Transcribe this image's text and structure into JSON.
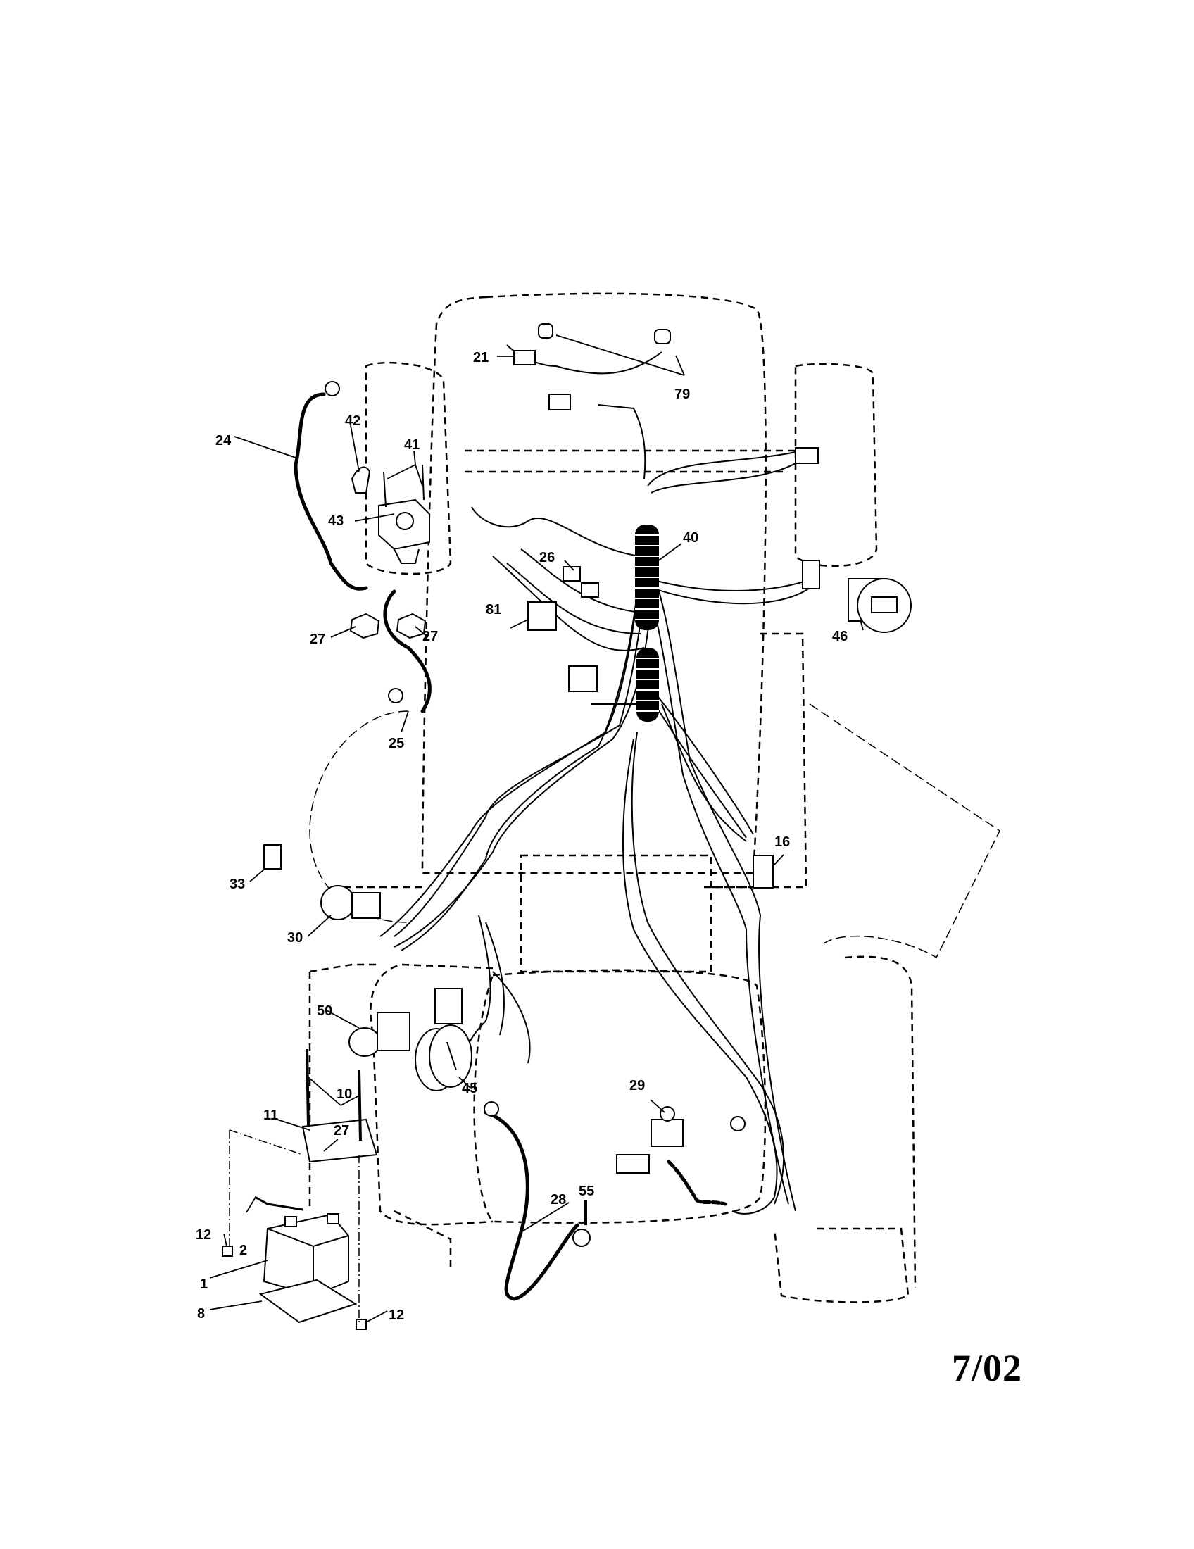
{
  "diagram": {
    "callouts": [
      {
        "id": "1",
        "label": "1"
      },
      {
        "id": "2",
        "label": "2"
      },
      {
        "id": "8",
        "label": "8"
      },
      {
        "id": "10",
        "label": "10"
      },
      {
        "id": "11",
        "label": "11"
      },
      {
        "id": "12a",
        "label": "12"
      },
      {
        "id": "12b",
        "label": "12"
      },
      {
        "id": "16",
        "label": "16"
      },
      {
        "id": "21",
        "label": "21"
      },
      {
        "id": "24",
        "label": "24"
      },
      {
        "id": "25",
        "label": "25"
      },
      {
        "id": "26",
        "label": "26"
      },
      {
        "id": "27a",
        "label": "27"
      },
      {
        "id": "27b",
        "label": "27"
      },
      {
        "id": "27c",
        "label": "27"
      },
      {
        "id": "28",
        "label": "28"
      },
      {
        "id": "29",
        "label": "29"
      },
      {
        "id": "30",
        "label": "30"
      },
      {
        "id": "33",
        "label": "33"
      },
      {
        "id": "40",
        "label": "40"
      },
      {
        "id": "41",
        "label": "41"
      },
      {
        "id": "42",
        "label": "42"
      },
      {
        "id": "43",
        "label": "43"
      },
      {
        "id": "45",
        "label": "45"
      },
      {
        "id": "46",
        "label": "46"
      },
      {
        "id": "50",
        "label": "50"
      },
      {
        "id": "55",
        "label": "55"
      },
      {
        "id": "79",
        "label": "79"
      },
      {
        "id": "81",
        "label": "81"
      }
    ]
  },
  "footer": {
    "date_code": "7/02"
  }
}
